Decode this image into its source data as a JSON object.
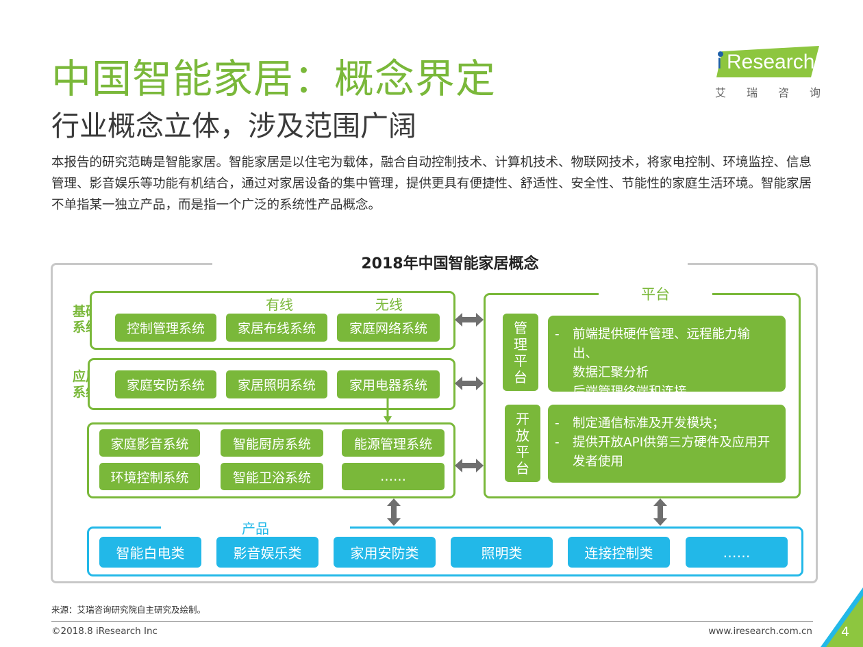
{
  "header": {
    "title": "中国智能家居：概念界定",
    "subtitle": "行业概念立体，涉及范围广阔",
    "intro": "本报告的研究范畴是智能家居。智能家居是以住宅为载体，融合自动控制技术、计算机技术、物联网技术，将家电控制、环境监控、信息管理、影音娱乐等功能有机结合，通过对家居设备的集中管理，提供更具有便捷性、舒适性、安全性、节能性的家庭生活环境。智能家居不单指某一独立产品，而是指一个广泛的系统性产品概念。"
  },
  "logo": {
    "brand_i": "i",
    "brand_rest": "Research",
    "chars": [
      "艾",
      "瑞",
      "咨",
      "询"
    ],
    "colors": {
      "band": "#8dc63f",
      "i": "#1d5fa8"
    }
  },
  "diagram": {
    "title": "2018年中国智能家居概念",
    "basic": {
      "label_line1": "基础",
      "label_line2": "系统",
      "wired": "有线",
      "wireless": "无线",
      "items": [
        "控制管理系统",
        "家居布线系统",
        "家庭网络系统"
      ]
    },
    "application": {
      "label_line1": "应用",
      "label_line2": "系统",
      "items": [
        "家庭安防系统",
        "家居照明系统",
        "家用电器系统"
      ]
    },
    "more_systems": [
      "家庭影音系统",
      "智能厨房系统",
      "能源管理系统",
      "环境控制系统",
      "智能卫浴系统",
      "……"
    ],
    "platform": {
      "label": "平台",
      "management": {
        "chars": [
          "管",
          "理",
          "平",
          "台"
        ],
        "lines": [
          {
            "dash": "-",
            "text": "前端提供硬件管理、远程能力输出、"
          },
          {
            "dash": "",
            "text": "数据汇聚分析"
          },
          {
            "dash": "-",
            "text": "后端管理终端和连接"
          }
        ]
      },
      "open": {
        "chars": [
          "开",
          "放",
          "平",
          "台"
        ],
        "lines": [
          {
            "dash": "-",
            "text": "制定通信标准及开发模块；"
          },
          {
            "dash": "-",
            "text": "提供开放API供第三方硬件及应用开"
          },
          {
            "dash": "",
            "text": "发者使用"
          }
        ]
      }
    },
    "products": {
      "label": "产品",
      "items": [
        "智能白电类",
        "影音娱乐类",
        "家用安防类",
        "照明类",
        "连接控制类",
        "……"
      ]
    },
    "colors": {
      "green": "#7ab83a",
      "blue": "#22b8e8",
      "arrow": "#6f6f6f"
    }
  },
  "footer": {
    "source": "来源：艾瑞咨询研究院自主研究及绘制。",
    "copyright": "©2018.8 iResearch Inc",
    "website": "www.iresearch.com.cn",
    "page": "4"
  }
}
